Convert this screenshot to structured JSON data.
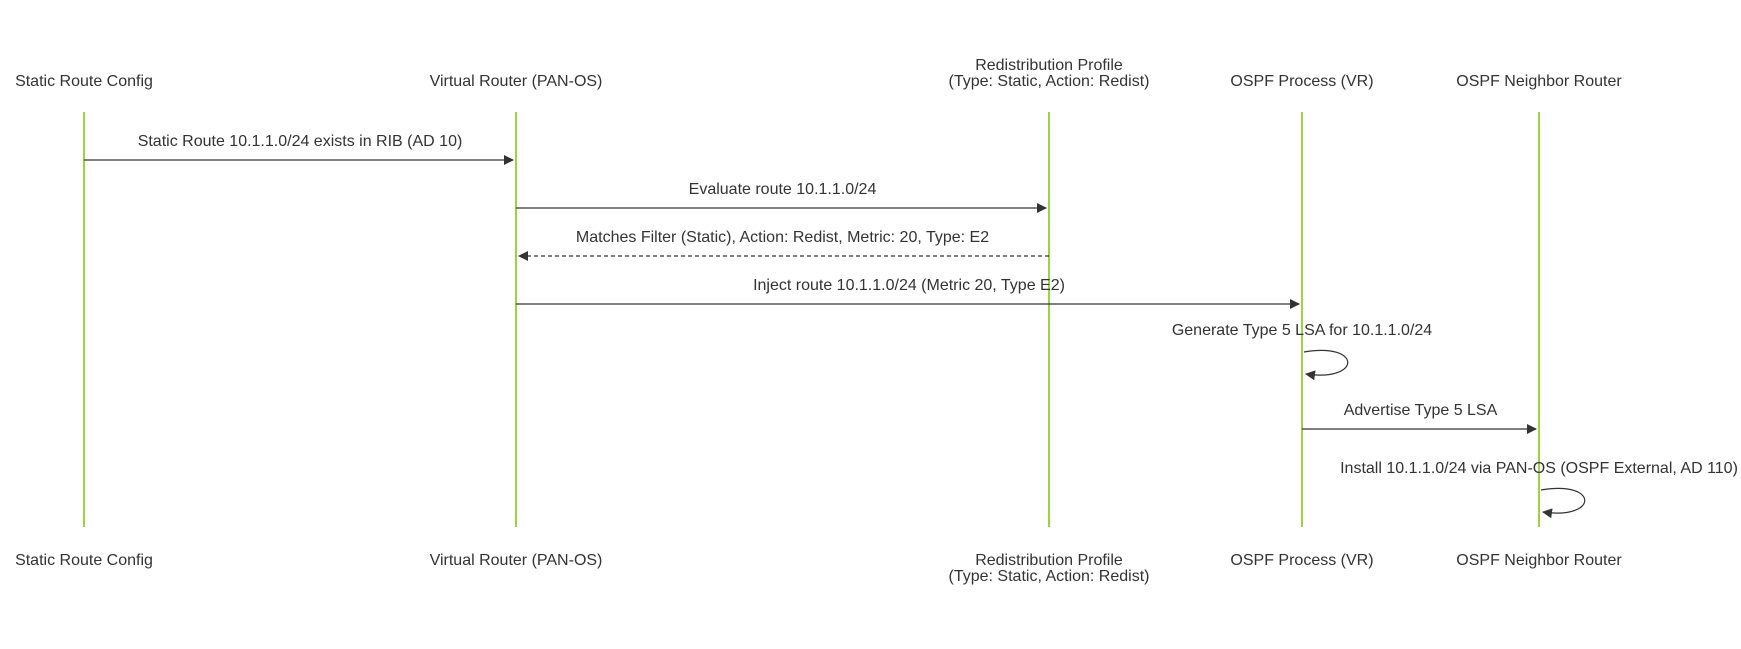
{
  "diagram": {
    "participants": [
      {
        "id": "static",
        "label_lines": [
          "Static Route Config"
        ]
      },
      {
        "id": "vr",
        "label_lines": [
          "Virtual Router (PAN-OS)"
        ]
      },
      {
        "id": "redist",
        "label_lines": [
          "Redistribution Profile",
          "(Type: Static, Action: Redist)"
        ]
      },
      {
        "id": "ospf",
        "label_lines": [
          "OSPF Process (VR)"
        ]
      },
      {
        "id": "neighbor",
        "label_lines": [
          "OSPF Neighbor Router"
        ]
      }
    ],
    "messages": [
      {
        "from": "static",
        "to": "vr",
        "label": "Static Route 10.1.1.0/24 exists in RIB (AD 10)",
        "style": "solid"
      },
      {
        "from": "vr",
        "to": "redist",
        "label": "Evaluate route 10.1.1.0/24",
        "style": "solid"
      },
      {
        "from": "redist",
        "to": "vr",
        "label": "Matches Filter (Static), Action: Redist, Metric: 20, Type: E2",
        "style": "dashed"
      },
      {
        "from": "vr",
        "to": "ospf",
        "label": "Inject route 10.1.1.0/24 (Metric 20, Type E2)",
        "style": "solid"
      },
      {
        "from": "ospf",
        "to": "ospf",
        "label": "Generate Type 5 LSA for 10.1.1.0/24",
        "style": "solid"
      },
      {
        "from": "ospf",
        "to": "neighbor",
        "label": "Advertise Type 5 LSA",
        "style": "solid"
      },
      {
        "from": "neighbor",
        "to": "neighbor",
        "label": "Install 10.1.1.0/24 via PAN-OS (OSPF External, AD 110)",
        "style": "solid"
      }
    ],
    "colors": {
      "lifeline": "#9fd23c",
      "arrow": "#333333",
      "text": "#333333",
      "background": "#ffffff"
    }
  }
}
